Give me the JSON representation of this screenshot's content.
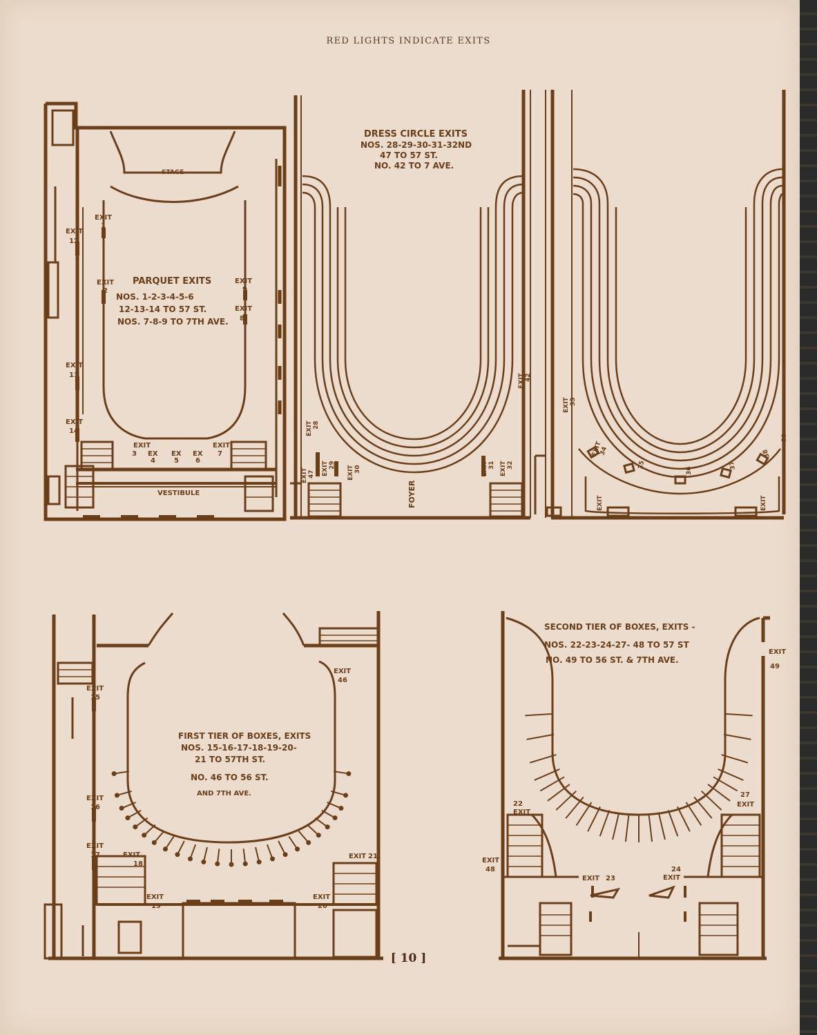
{
  "header": "RED LIGHTS INDICATE EXITS",
  "page_number": "[ 10 ]",
  "colors": {
    "paper": "#ecdccd",
    "ink": "#6b3e1a"
  },
  "parquet": {
    "stage": "STAGE",
    "vestibule": "VESTIBULE",
    "title": "PARQUET EXITS",
    "line1": "NOS. 1-2-3-4-5-6",
    "line2": "12-13-14 TO 57 ST.",
    "line3": "NOS. 7-8-9 TO 7TH AVE.",
    "exit_word": "EXIT",
    "ex_word": "EX",
    "exits": [
      "1",
      "2",
      "3",
      "4",
      "5",
      "6",
      "7",
      "8",
      "9",
      "12",
      "13",
      "14"
    ]
  },
  "dress_circle": {
    "title": "DRESS CIRCLE EXITS",
    "line1": "NOS. 28-29-30-31-32ND",
    "line2": "47 TO 57 ST.",
    "line3": "NO. 42 TO 7 AVE.",
    "foyer": "FOYER",
    "exits": [
      "28",
      "29",
      "30",
      "31",
      "32",
      "33",
      "34",
      "35",
      "36",
      "37",
      "38",
      "39",
      "42",
      "47"
    ]
  },
  "first_tier": {
    "title": "FIRST TIER OF BOXES, EXITS",
    "line1": "NOS. 15-16-17-18-19-20-",
    "line2": "21 TO 57TH ST.",
    "line3": "NO. 46 TO 56 ST.",
    "line4": "AND 7TH AVE.",
    "exits": [
      "15",
      "16",
      "17",
      "18",
      "19",
      "20",
      "21",
      "46"
    ]
  },
  "second_tier": {
    "title": "SECOND TIER OF BOXES, EXITS -",
    "line1": "NOS. 22-23-24-27- 48 TO 57 ST",
    "line2": "NO. 49 TO 56 ST. & 7TH AVE.",
    "exits": [
      "22",
      "23",
      "24",
      "27",
      "48",
      "49"
    ]
  }
}
